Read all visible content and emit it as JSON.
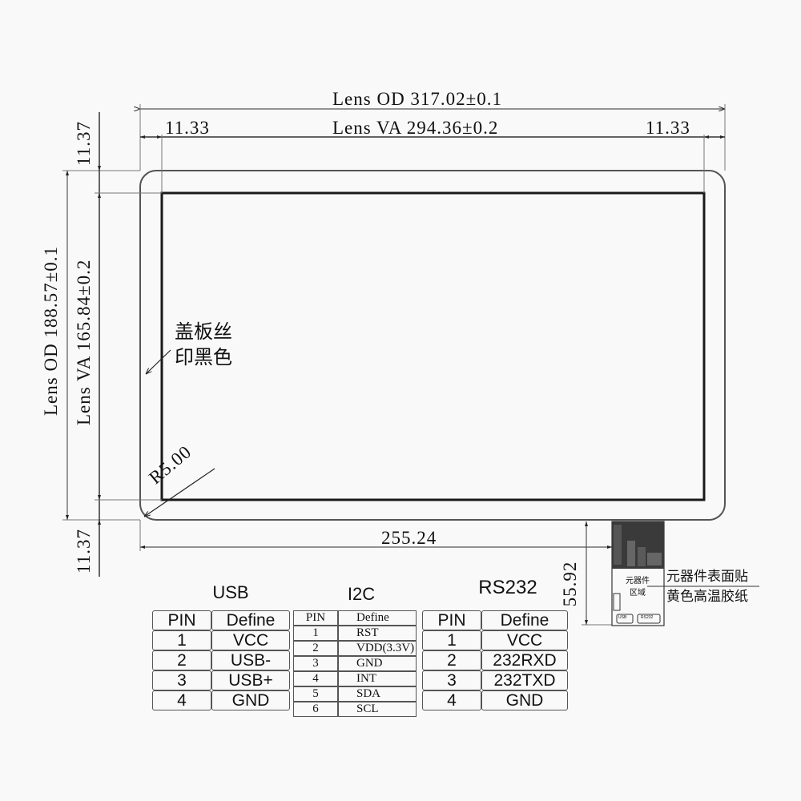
{
  "drawing": {
    "dimensions": {
      "lens_od_width": "Lens OD 317.02±0.1",
      "lens_va_width": "Lens VA 294.36±0.2",
      "left_margin": "11.33",
      "right_margin": "11.33",
      "lens_od_height": "Lens OD 188.57±0.1",
      "lens_va_height": "Lens VA 165.84±0.2",
      "top_margin": "11.37",
      "bottom_margin": "11.37",
      "fpc_offset": "255.24",
      "fpc_length": "55.92",
      "corner_radius": "R5.00"
    },
    "notes": {
      "silkscreen_line1": "盖板丝",
      "silkscreen_line2": "印黑色",
      "component_line1": "元器件表面贴",
      "component_line2": "黄色高温胶纸",
      "fpc_area_line1": "元器件",
      "fpc_area_line2": "区域",
      "fpc_usb_label": "USB",
      "fpc_rs232_label": "RS232"
    },
    "colors": {
      "background": "#f9f9f9",
      "line": "#222222",
      "dim_line": "#555555"
    }
  },
  "tables": {
    "usb": {
      "title": "USB",
      "headers": [
        "PIN",
        "Define"
      ],
      "rows": [
        [
          "1",
          "VCC"
        ],
        [
          "2",
          "USB-"
        ],
        [
          "3",
          "USB+"
        ],
        [
          "4",
          "GND"
        ]
      ]
    },
    "i2c": {
      "title": "I2C",
      "headers": [
        "PIN",
        "Define"
      ],
      "rows": [
        [
          "1",
          "RST"
        ],
        [
          "2",
          "VDD(3.3V)"
        ],
        [
          "3",
          "GND"
        ],
        [
          "4",
          "INT"
        ],
        [
          "5",
          "SDA"
        ],
        [
          "6",
          "SCL"
        ]
      ]
    },
    "rs232": {
      "title": "RS232",
      "headers": [
        "PIN",
        "Define"
      ],
      "rows": [
        [
          "1",
          "VCC"
        ],
        [
          "2",
          "232RXD"
        ],
        [
          "3",
          "232TXD"
        ],
        [
          "4",
          "GND"
        ]
      ]
    }
  }
}
